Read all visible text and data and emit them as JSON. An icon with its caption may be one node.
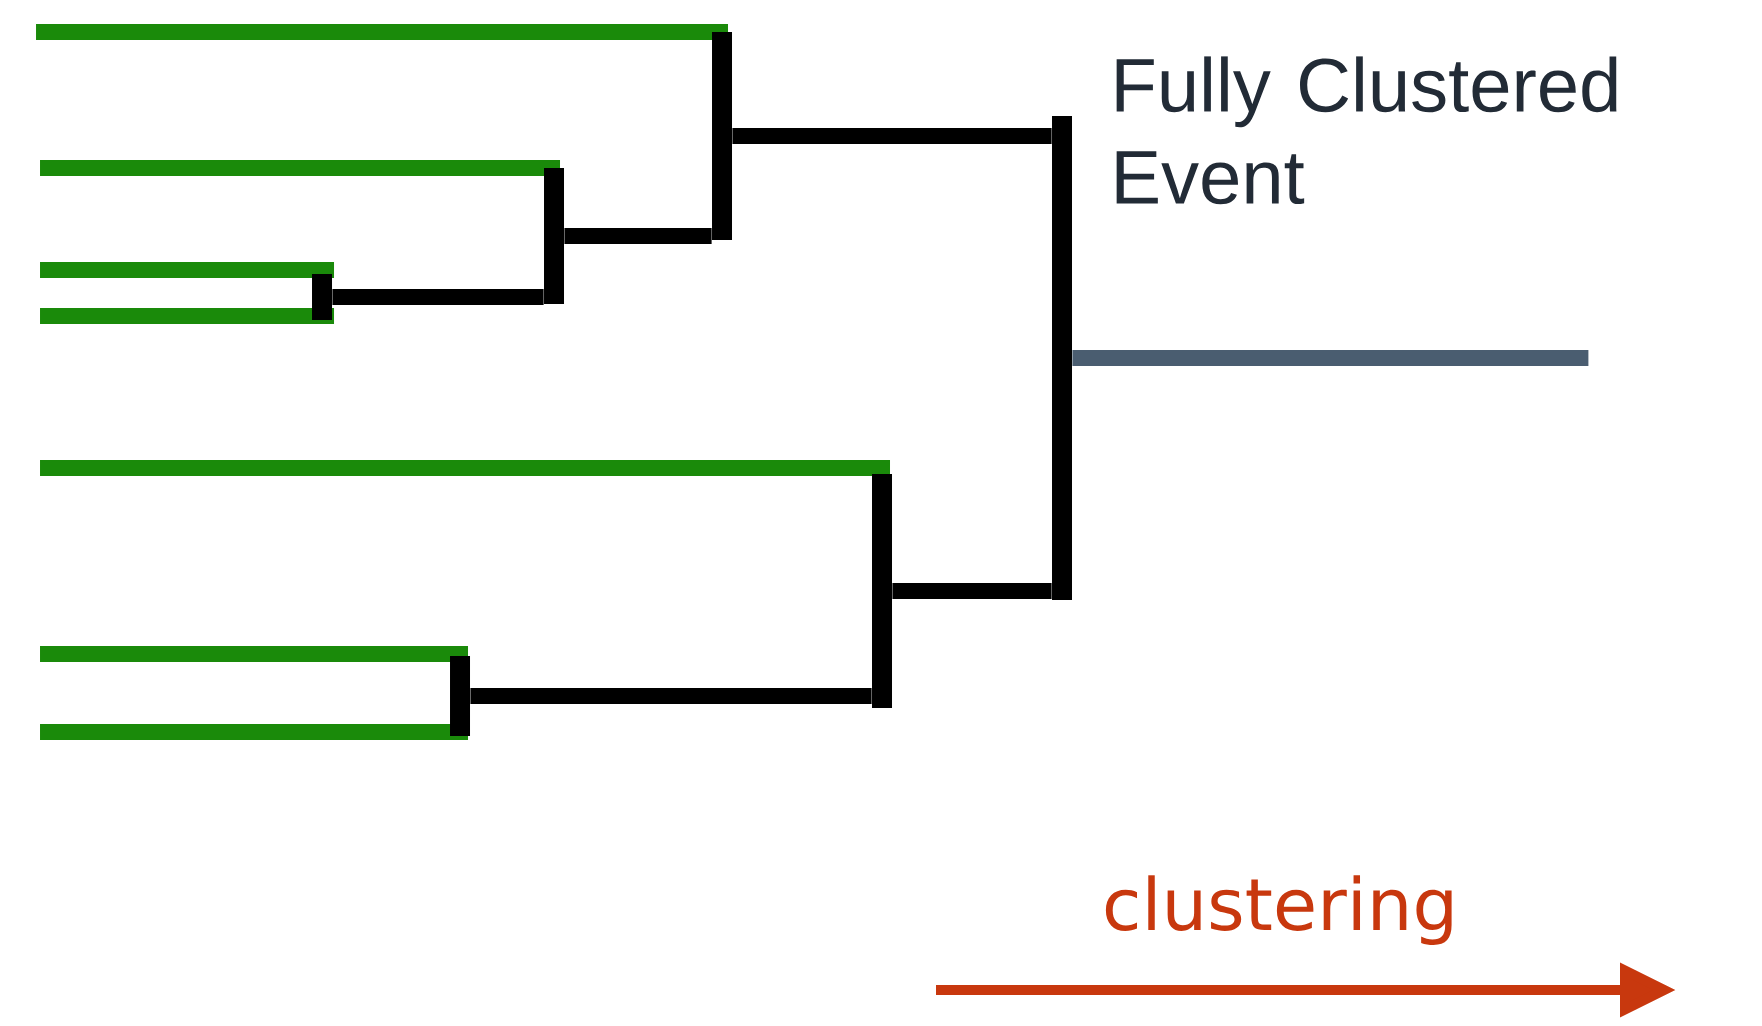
{
  "diagram": {
    "nodes": [
      {
        "text": [],
        "shape": "bar"
      },
      {
        "text": [],
        "shape": "bar"
      },
      {
        "text": [],
        "shape": "bar"
      },
      {
        "text": [],
        "shape": "bar"
      },
      {
        "text": [],
        "shape": "bar"
      },
      {
        "text": [],
        "shape": "bar"
      },
      {
        "text": [],
        "shape": "bar"
      },
      {
        "text": [],
        "shape": "bar"
      },
      {
        "text": [],
        "shape": "bar"
      },
      {
        "text": [],
        "shape": "bar"
      },
      {
        "text": [],
        "shape": "bar"
      },
      {
        "text": [],
        "shape": "bar"
      },
      {
        "text": [],
        "shape": "bar"
      }
    ],
    "edges": [
      {
        "from": 7,
        "to": 8,
        "arrow": "none"
      },
      {
        "from": 8,
        "to": 9,
        "arrow": "none"
      },
      {
        "from": 9,
        "to": 12,
        "arrow": "none"
      },
      {
        "from": 10,
        "to": 11,
        "arrow": "none"
      },
      {
        "from": 11,
        "to": 12,
        "arrow": "none"
      },
      {
        "from": 12,
        "to": null,
        "arrow": "none",
        "color": "#4a5d70"
      }
    ],
    "labels": [
      "Fully Clustered Event",
      "clustering"
    ]
  }
}
